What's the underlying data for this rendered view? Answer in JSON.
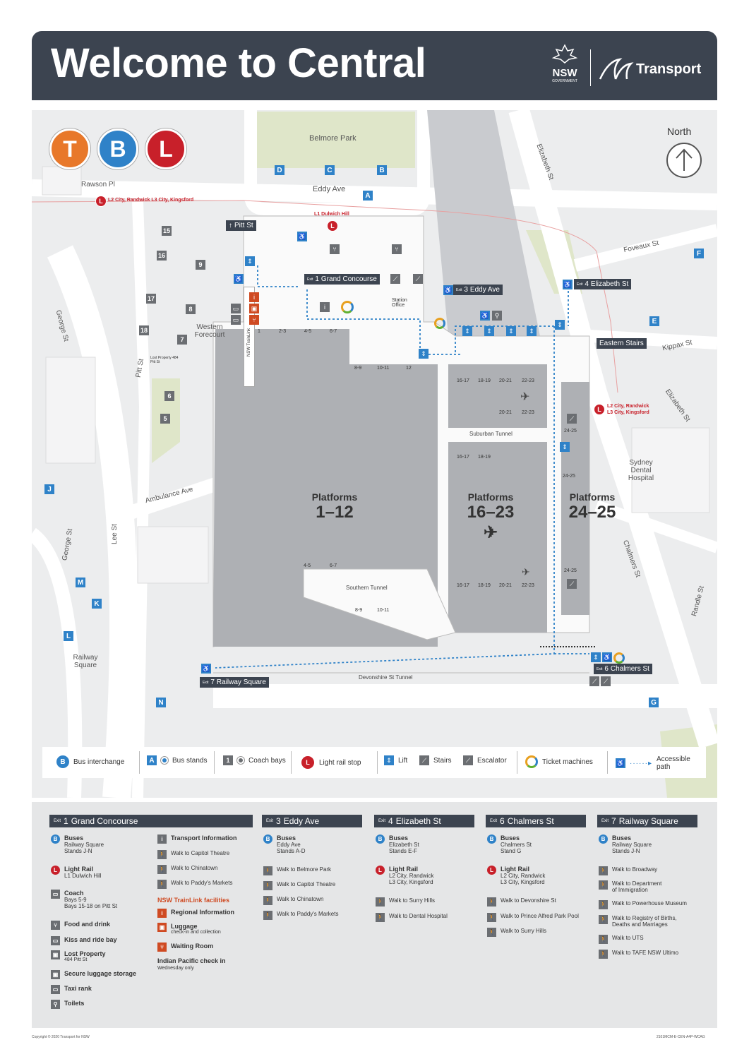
{
  "header": {
    "title": "Welcome to Central",
    "gov_name": "NSW",
    "gov_sub": "GOVERNMENT",
    "brand": "Transport",
    "bg_color": "#3c4450"
  },
  "map": {
    "modes": [
      {
        "letter": "T",
        "color": "#e8782a"
      },
      {
        "letter": "B",
        "color": "#2f82c8"
      },
      {
        "letter": "L",
        "color": "#c8202a"
      }
    ],
    "north_label": "North",
    "places": {
      "belmore_park": "Belmore Park",
      "eddy_ave": "Eddy Ave",
      "rawson_pl": "Rawson Pl",
      "elizabeth_st": "Elizabeth St",
      "elizabeth_st_2": "Elizabeth St",
      "foveaux_st": "Foveaux St",
      "kippax_st": "Kippax St",
      "george_st": "George St",
      "george_st_2": "George St",
      "pitt_st_road": "Pitt St",
      "lee_st": "Lee St",
      "ambulance_ave": "Ambulance Ave",
      "western_forecourt": "Western Forecourt",
      "railway_square": "Railway Square",
      "sydney_dental": "Sydney Dental Hospital",
      "chalmers_st": "Chalmers St",
      "randle_st": "Randle St",
      "eastern_stairs": "Eastern Stairs",
      "station_office": "Station Office",
      "nsw_trainlink": "NSW TrainLink",
      "lost_property": "Lost Property 484 Pitt St",
      "suburban_tunnel": "Suburban Tunnel",
      "southern_tunnel": "Southern Tunnel",
      "devonshire_tunnel": "Devonshire St Tunnel"
    },
    "bus_stands": {
      "D": "D",
      "C": "C",
      "B": "B",
      "A": "A",
      "F": "F",
      "E": "E",
      "J": "J",
      "M": "M",
      "K": "K",
      "L": "L",
      "N": "N",
      "G": "G"
    },
    "coach_bays": [
      "15",
      "16",
      "9",
      "17",
      "8",
      "18",
      "7",
      "6",
      "5"
    ],
    "light_rail": {
      "rawson": "L2 City, Randwick   L3 City, Kingsford",
      "dulwich": "L1 Dulwich Hill",
      "chalmers_1": "L2 City, Randwick",
      "chalmers_2": "L3 City, Kingsford"
    },
    "exits": {
      "pitt": "Pitt St",
      "e1": {
        "num": "1",
        "name": "Grand Concourse"
      },
      "e3": {
        "num": "3",
        "name": "Eddy Ave"
      },
      "e4": {
        "num": "4",
        "name": "Elizabeth St"
      },
      "e6": {
        "num": "6",
        "name": "Chalmers St"
      },
      "e7": {
        "num": "7",
        "name": "Railway Square"
      },
      "exit_word": "Exit"
    },
    "platform_groups": [
      {
        "label": "Platforms",
        "num": "1–12"
      },
      {
        "label": "Platforms",
        "num": "16–23"
      },
      {
        "label": "Platforms",
        "num": "24–25"
      }
    ],
    "platform_labels": {
      "top_country": [
        "1",
        "2-3",
        "4-5",
        "6-7"
      ],
      "top_country_b": [
        "8-9",
        "10-11",
        "12"
      ],
      "suburban_top": [
        "16-17",
        "18-19",
        "20-21",
        "22-23"
      ],
      "suburban_mid": [
        "20-21",
        "22-23"
      ],
      "suburban_tunnel": [
        "16-17",
        "18-19"
      ],
      "p24_top": "24-25",
      "p24_mid": "24-25",
      "p24_low": "24-25",
      "southern_top": [
        "4-5",
        "6-7"
      ],
      "southern_bottom": [
        "8-9",
        "10-11"
      ],
      "suburban_low": [
        "16-17",
        "18-19",
        "20-21",
        "22-23"
      ]
    }
  },
  "legend": {
    "bus_interchange": "Bus interchange",
    "bus_stands": "Bus stands",
    "coach_bays": "Coach bays",
    "light_rail": "Light rail stop",
    "lift": "Lift",
    "stairs": "Stairs",
    "escalator": "Escalator",
    "ticket": "Ticket machines",
    "accessible": "Accessible path",
    "sample_stand": "A",
    "sample_bay": "1"
  },
  "info": {
    "col1": {
      "num": "1",
      "name": "Grand Concourse",
      "items": [
        {
          "icon": "B",
          "t": "Buses",
          "s": "Railway Square\nStands J-N"
        },
        {
          "icon": "L",
          "t": "Light Rail",
          "s": "L1 Dulwich Hill"
        },
        {
          "icon": "coach",
          "t": "Coach",
          "s": "Bays 5-9\nBays 15-18 on Pitt St"
        },
        {
          "icon": "food",
          "t": "Food and drink",
          "s": ""
        },
        {
          "icon": "car",
          "t": "Kiss and ride bay",
          "s": ""
        },
        {
          "icon": "lost",
          "t": "Lost Property",
          "s": "484 Pitt St"
        },
        {
          "icon": "lug",
          "t": "Secure luggage storage",
          "s": ""
        },
        {
          "icon": "taxi",
          "t": "Taxi rank",
          "s": ""
        },
        {
          "icon": "wc",
          "t": "Toilets",
          "s": ""
        }
      ],
      "items2": [
        {
          "t": "Transport Information",
          "bold": true
        },
        {
          "t": "Walk to Capitol Theatre"
        },
        {
          "t": "Walk to Chinatown"
        },
        {
          "t": "Walk to Paddy's Markets"
        }
      ],
      "trainlink_hdr": "NSW TrainLink facilities",
      "trainlink": [
        {
          "t": "Regional Information",
          "s": ""
        },
        {
          "t": "Luggage",
          "s": "check-in and collection"
        },
        {
          "t": "Waiting Room",
          "s": ""
        }
      ],
      "indian_pacific": "Indian Pacific check in",
      "indian_pacific_sub": "Wednesday only"
    },
    "col3": {
      "num": "3",
      "name": "Eddy Ave",
      "bus_t": "Buses",
      "bus_s": "Eddy Ave\nStands A-D",
      "walks": [
        "Walk to Belmore Park",
        "Walk to Capitol Theatre",
        "Walk to Chinatown",
        "Walk to Paddy's Markets"
      ]
    },
    "col4": {
      "num": "4",
      "name": "Elizabeth St",
      "bus_t": "Buses",
      "bus_s": "Elizabeth St\nStands E-F",
      "lr_t": "Light Rail",
      "lr_s": "L2 City, Randwick\nL3 City, Kingsford",
      "walks": [
        "Walk to Surry Hills",
        "Walk to Dental Hospital"
      ]
    },
    "col6": {
      "num": "6",
      "name": "Chalmers St",
      "bus_t": "Buses",
      "bus_s": "Chalmers St\nStand G",
      "lr_t": "Light Rail",
      "lr_s": "L2 City, Randwick\nL3 City, Kingsford",
      "walks": [
        "Walk to Devonshire St",
        "Walk to Prince Alfred Park Pool",
        "Walk to Surry Hills"
      ]
    },
    "col7": {
      "num": "7",
      "name": "Railway Square",
      "bus_t": "Buses",
      "bus_s": "Railway Square\nStands J-N",
      "walks": [
        "Walk to Broadway",
        "Walk to Department\nof Immigration",
        "Walk to Powerhouse Museum",
        "Walk to Registry of Births,\nDeaths and Marriages",
        "Walk to UTS",
        "Walk to TAFE NSW Ultimo"
      ]
    }
  },
  "footer": {
    "copyright": "Copyright © 2020 Transport for NSW",
    "code": "2101MCM-E-CEN-A4P-WCAG"
  }
}
